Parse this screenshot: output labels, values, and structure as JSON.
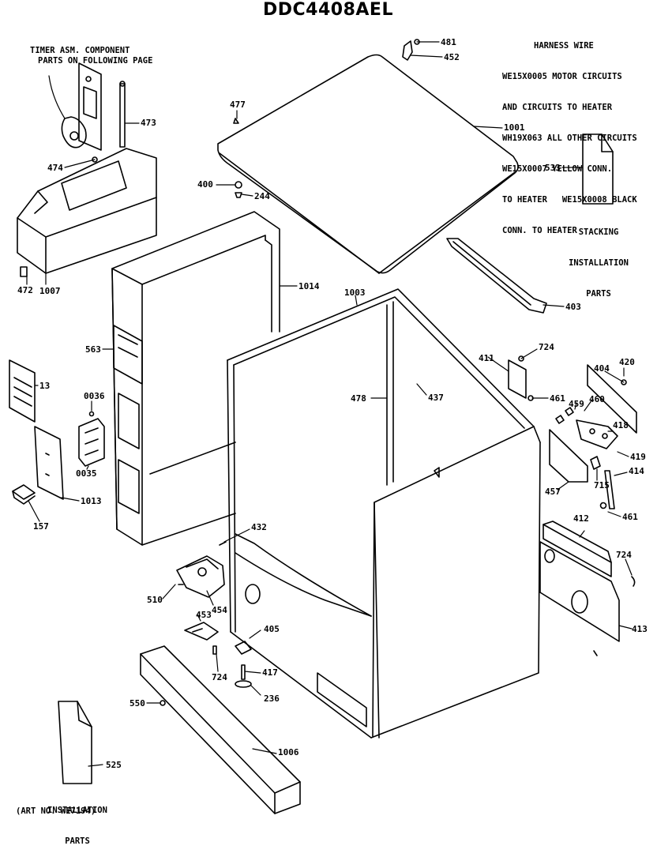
{
  "title": "DDC4408AEL",
  "notes": {
    "timer": [
      "TIMER ASM. COMPONENT",
      "PARTS ON FOLLOWING PAGE"
    ],
    "harness": [
      "HARNESS WIRE",
      "WE15X0005 MOTOR CIRCUITS",
      "AND CIRCUITS TO HEATER",
      "WH19X063 ALL OTHER CIRCUITS",
      "WE15X0007 YELLOW CONN.",
      "TO HEATER   WE15X0008 BLACK",
      "CONN. TO HEATER"
    ],
    "stacking": [
      "STACKING",
      "INSTALLATION",
      "PARTS"
    ],
    "installation": [
      "INSTALLATION",
      "PARTS"
    ],
    "art_no": "(ART NO. WE7194)"
  },
  "part_labels": [
    {
      "id": "481",
      "text": "481"
    },
    {
      "id": "452",
      "text": "452"
    },
    {
      "id": "477",
      "text": "477"
    },
    {
      "id": "1001",
      "text": "1001"
    },
    {
      "id": "533",
      "text": "533"
    },
    {
      "id": "400",
      "text": "400"
    },
    {
      "id": "244",
      "text": "244"
    },
    {
      "id": "473",
      "text": "473"
    },
    {
      "id": "474",
      "text": "474"
    },
    {
      "id": "472",
      "text": "472"
    },
    {
      "id": "1007",
      "text": "1007"
    },
    {
      "id": "1014",
      "text": "1014"
    },
    {
      "id": "1003",
      "text": "1003"
    },
    {
      "id": "403",
      "text": "403"
    },
    {
      "id": "563",
      "text": "563"
    },
    {
      "id": "13",
      "text": "13"
    },
    {
      "id": "0036",
      "text": "0036"
    },
    {
      "id": "0035",
      "text": "0035"
    },
    {
      "id": "157",
      "text": "157"
    },
    {
      "id": "1013",
      "text": "1013"
    },
    {
      "id": "478",
      "text": "478"
    },
    {
      "id": "437",
      "text": "437"
    },
    {
      "id": "411",
      "text": "411"
    },
    {
      "id": "724a",
      "text": "724"
    },
    {
      "id": "461a",
      "text": "461"
    },
    {
      "id": "404",
      "text": "404"
    },
    {
      "id": "420",
      "text": "420"
    },
    {
      "id": "459",
      "text": "459"
    },
    {
      "id": "460",
      "text": "460"
    },
    {
      "id": "418",
      "text": "418"
    },
    {
      "id": "419",
      "text": "419"
    },
    {
      "id": "457",
      "text": "457"
    },
    {
      "id": "715",
      "text": "715"
    },
    {
      "id": "414",
      "text": "414"
    },
    {
      "id": "461b",
      "text": "461"
    },
    {
      "id": "412",
      "text": "412"
    },
    {
      "id": "724b",
      "text": "724"
    },
    {
      "id": "413",
      "text": "413"
    },
    {
      "id": "432",
      "text": "432"
    },
    {
      "id": "510",
      "text": "510"
    },
    {
      "id": "454",
      "text": "454"
    },
    {
      "id": "453",
      "text": "453"
    },
    {
      "id": "405",
      "text": "405"
    },
    {
      "id": "724c",
      "text": "724"
    },
    {
      "id": "417",
      "text": "417"
    },
    {
      "id": "236",
      "text": "236"
    },
    {
      "id": "550",
      "text": "550"
    },
    {
      "id": "1006",
      "text": "1006"
    },
    {
      "id": "525",
      "text": "525"
    }
  ]
}
